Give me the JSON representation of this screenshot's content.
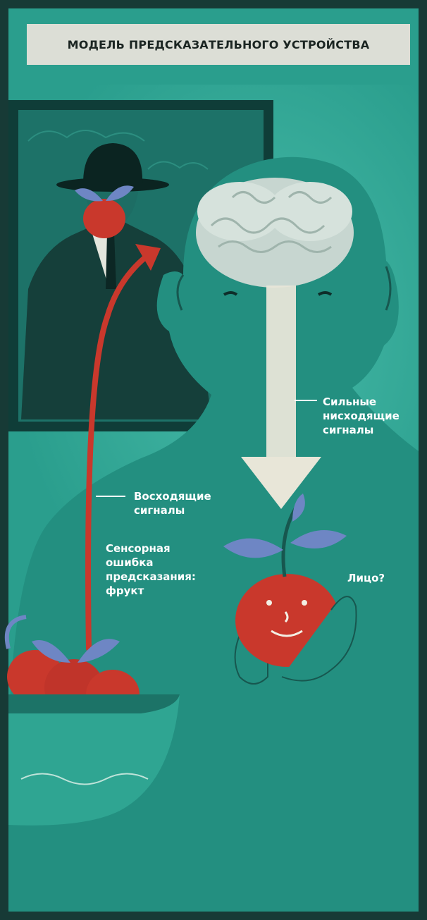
{
  "title": "МОДЕЛЬ ПРЕДСКАЗАТЕЛЬНОГО УСТРОЙСТВА",
  "labels": {
    "top_down": "Сильные\nнисходящие\nсигналы",
    "bottom_up": "Восходящие\nсигналы",
    "sensory_error": "Сенсорная\nошибка\nпредсказания:\nфрукт",
    "face_guess": "Лицо?"
  },
  "colors": {
    "background": "#2a9e8d",
    "dark_teal": "#17574f",
    "apple_red": "#c9382c",
    "leaf_blue": "#6e86c4",
    "arrow_light": "#e8e6d8"
  }
}
